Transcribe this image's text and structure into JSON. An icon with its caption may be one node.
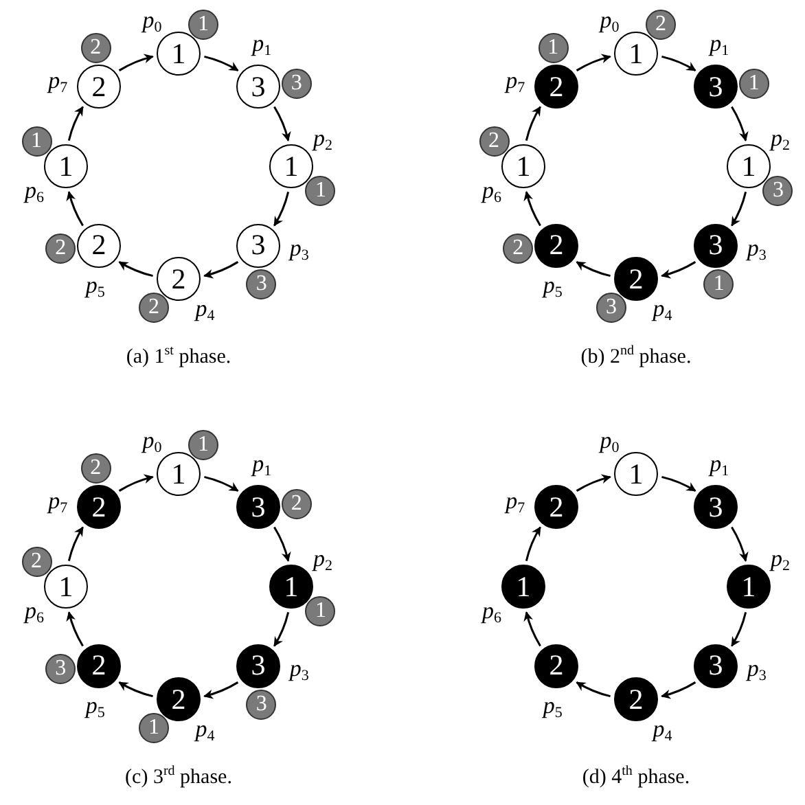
{
  "diagram": {
    "nodes": [
      {
        "text": [
          "1"
        ],
        "beside": [
          "*p*$_{0}$"
        ]
      },
      {
        "text": [
          "3"
        ],
        "beside": [
          "*p*$_{1}$"
        ]
      },
      {
        "text": [
          "1"
        ],
        "beside": [
          "*p*$_{2}$"
        ]
      },
      {
        "text": [
          "3"
        ],
        "beside": [
          "*p*$_{3}$"
        ]
      },
      {
        "text": [
          "2"
        ],
        "beside": [
          "*p*$_{4}$"
        ]
      },
      {
        "text": [
          "2"
        ],
        "beside": [
          "*p*$_{5}$"
        ]
      },
      {
        "text": [
          "1"
        ],
        "beside": [
          "*p*$_{6}$"
        ]
      },
      {
        "text": [
          "2"
        ],
        "beside": [
          "*p*$_{7}$"
        ]
      },
      {
        "text": [
          "1"
        ]
      },
      {
        "text": [
          "3"
        ]
      },
      {
        "text": [
          "1"
        ]
      },
      {
        "text": [
          "3"
        ]
      },
      {
        "text": [
          "2"
        ]
      },
      {
        "text": [
          "2"
        ]
      },
      {
        "text": [
          "1"
        ]
      },
      {
        "text": [
          "2"
        ]
      },
      {
        "text": [
          "1"
        ],
        "beside": [
          "*p*$_{0}$"
        ]
      },
      {
        "text": [
          "3"
        ],
        "beside": [
          "*p*$_{1}$"
        ]
      },
      {
        "text": [
          "1"
        ],
        "beside": [
          "*p*$_{2}$"
        ]
      },
      {
        "text": [
          "3"
        ],
        "beside": [
          "*p*$_{3}$"
        ]
      },
      {
        "text": [
          "2"
        ],
        "beside": [
          "*p*$_{4}$"
        ]
      },
      {
        "text": [
          "2"
        ],
        "beside": [
          "*p*$_{5}$"
        ]
      },
      {
        "text": [
          "1"
        ],
        "beside": [
          "*p*$_{6}$"
        ]
      },
      {
        "text": [
          "2"
        ],
        "beside": [
          "*p*$_{7}$"
        ]
      },
      {
        "text": [
          "2"
        ]
      },
      {
        "text": [
          "1"
        ]
      },
      {
        "text": [
          "3"
        ]
      },
      {
        "text": [
          "1"
        ]
      },
      {
        "text": [
          "3"
        ]
      },
      {
        "text": [
          "2"
        ]
      },
      {
        "text": [
          "2"
        ]
      },
      {
        "text": [
          "1"
        ]
      },
      {
        "text": [
          "1"
        ],
        "beside": [
          "*p*$_{0}$"
        ]
      },
      {
        "text": [
          "3"
        ],
        "beside": [
          "*p*$_{1}$"
        ]
      },
      {
        "text": [
          "1"
        ],
        "beside": [
          "*p*$_{2}$"
        ]
      },
      {
        "text": [
          "3"
        ],
        "beside": [
          "*p*$_{3}$"
        ]
      },
      {
        "text": [
          "2"
        ],
        "beside": [
          "*p*$_{4}$"
        ]
      },
      {
        "text": [
          "2"
        ],
        "beside": [
          "*p*$_{5}$"
        ]
      },
      {
        "text": [
          "1"
        ],
        "beside": [
          "*p*$_{6}$"
        ]
      },
      {
        "text": [
          "2"
        ],
        "beside": [
          "*p*$_{7}$"
        ]
      },
      {
        "text": [
          "1"
        ]
      },
      {
        "text": [
          "2"
        ]
      },
      {
        "text": [
          "1"
        ]
      },
      {
        "text": [
          "3"
        ]
      },
      {
        "text": [
          "1"
        ]
      },
      {
        "text": [
          "3"
        ]
      },
      {
        "text": [
          "2"
        ]
      },
      {
        "text": [
          "2"
        ]
      },
      {
        "text": [
          "1"
        ],
        "beside": [
          "*p*$_{0}$"
        ]
      },
      {
        "text": [
          "3"
        ],
        "beside": [
          "*p*$_{1}$"
        ]
      },
      {
        "text": [
          "1"
        ],
        "beside": [
          "*p*$_{2}$"
        ]
      },
      {
        "text": [
          "3"
        ],
        "beside": [
          "*p*$_{3}$"
        ]
      },
      {
        "text": [
          "2"
        ],
        "beside": [
          "*p*$_{4}$"
        ]
      },
      {
        "text": [
          "2"
        ],
        "beside": [
          "*p*$_{5}$"
        ]
      },
      {
        "text": [
          "1"
        ],
        "beside": [
          "*p*$_{6}$"
        ]
      },
      {
        "text": [
          "2"
        ],
        "beside": [
          "*p*$_{7}$"
        ]
      }
    ],
    "edges": [
      {
        "from": 0,
        "to": 1,
        "arrow": "to"
      },
      {
        "from": 1,
        "to": 2,
        "arrow": "to"
      },
      {
        "from": 2,
        "to": 3,
        "arrow": "to"
      },
      {
        "from": 3,
        "to": 4,
        "arrow": "to"
      },
      {
        "from": 4,
        "to": 5,
        "arrow": "to"
      },
      {
        "from": 5,
        "to": 6,
        "arrow": "to"
      },
      {
        "from": 6,
        "to": 7,
        "arrow": "to"
      },
      {
        "from": 7,
        "to": 0,
        "arrow": "to"
      },
      {
        "from": 16,
        "to": 17,
        "arrow": "to"
      },
      {
        "from": 17,
        "to": 18,
        "arrow": "to"
      },
      {
        "from": 18,
        "to": 19,
        "arrow": "to"
      },
      {
        "from": 19,
        "to": 20,
        "arrow": "to"
      },
      {
        "from": 20,
        "to": 21,
        "arrow": "to"
      },
      {
        "from": 21,
        "to": 22,
        "arrow": "to"
      },
      {
        "from": 22,
        "to": 23,
        "arrow": "to"
      },
      {
        "from": 23,
        "to": 16,
        "arrow": "to"
      },
      {
        "from": 32,
        "to": 33,
        "arrow": "to"
      },
      {
        "from": 33,
        "to": 34,
        "arrow": "to"
      },
      {
        "from": 34,
        "to": 35,
        "arrow": "to"
      },
      {
        "from": 35,
        "to": 36,
        "arrow": "to"
      },
      {
        "from": 36,
        "to": 37,
        "arrow": "to"
      },
      {
        "from": 37,
        "to": 38,
        "arrow": "to"
      },
      {
        "from": 38,
        "to": 39,
        "arrow": "to"
      },
      {
        "from": 39,
        "to": 32,
        "arrow": "to"
      },
      {
        "from": 48,
        "to": 49,
        "arrow": "to"
      },
      {
        "from": 49,
        "to": 50,
        "arrow": "to"
      },
      {
        "from": 50,
        "to": 51,
        "arrow": "to"
      },
      {
        "from": 51,
        "to": 52,
        "arrow": "to"
      },
      {
        "from": 52,
        "to": 53,
        "arrow": "to"
      },
      {
        "from": 53,
        "to": 54,
        "arrow": "to"
      },
      {
        "from": 54,
        "to": 55,
        "arrow": "to"
      },
      {
        "from": 55,
        "to": 48,
        "arrow": "to"
      }
    ],
    "labels": [
      "(a) 1$^{st}$ phase.",
      "(b) 2$^{nd}$ phase.",
      "(c) 3$^{rd}$ phase.",
      "(d) 4$^{th}$ phase."
    ]
  }
}
